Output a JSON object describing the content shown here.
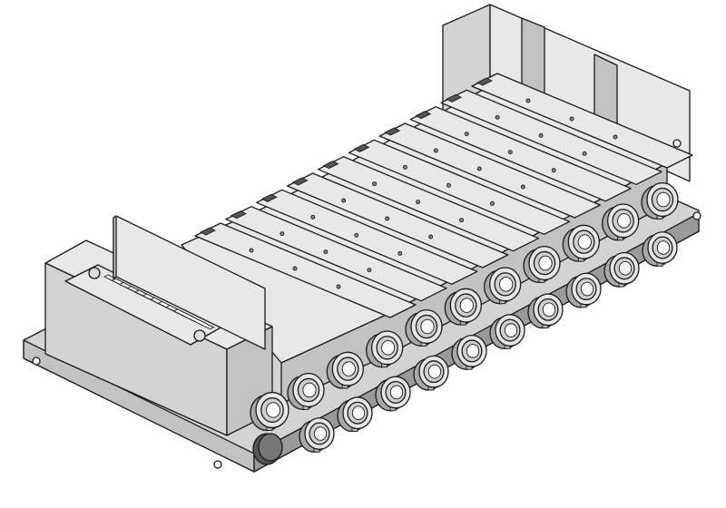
{
  "colors": {
    "body_top": "#e8e8e8",
    "body_side": "#d3d3d3",
    "body_front": "#c2c2c2",
    "outline": "#1a1a1a",
    "fitting": "#bdbdbd",
    "plug": "#555555"
  },
  "model": {
    "type": "valve-manifold-isometric",
    "valve_stations": 10,
    "fitting_rows": 2,
    "has_connector_cover": true,
    "has_end_plates": 2
  }
}
